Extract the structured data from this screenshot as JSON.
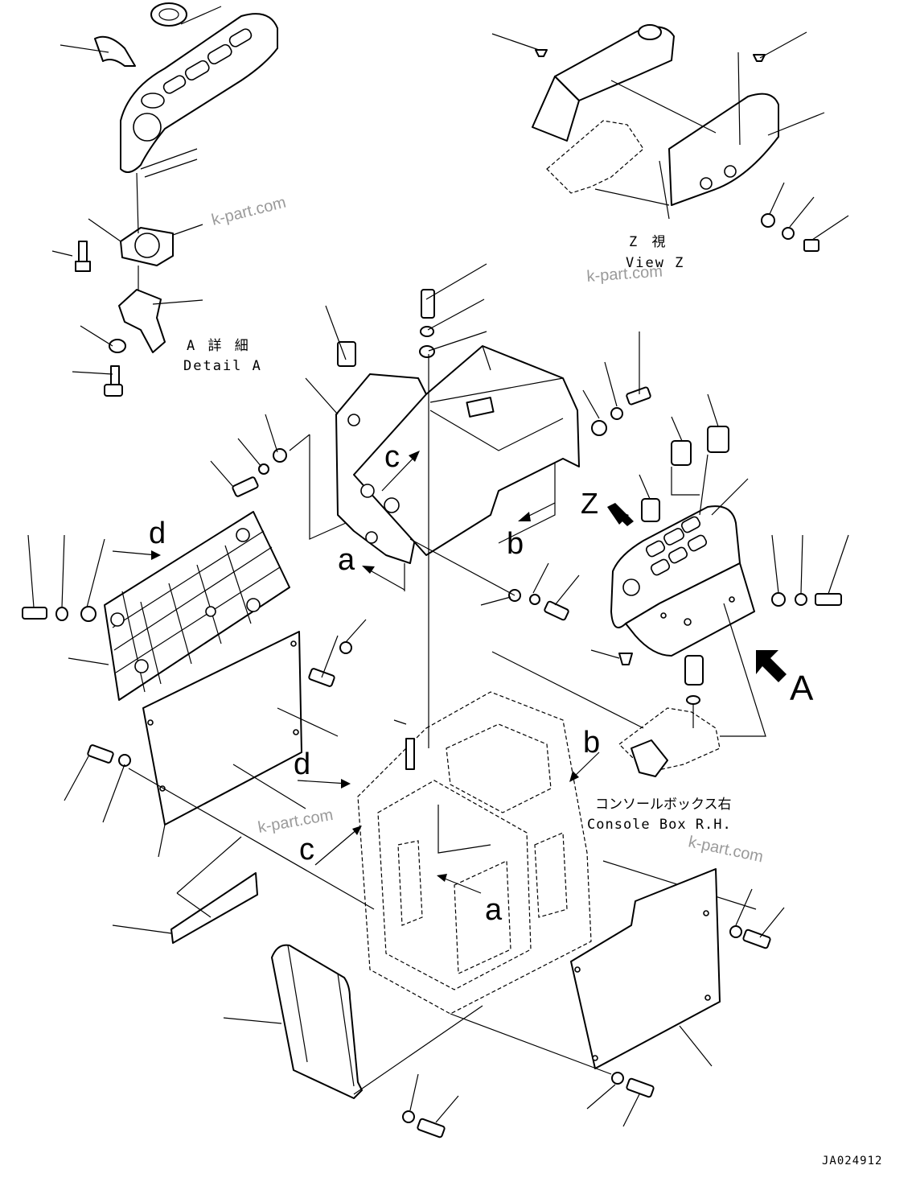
{
  "labels": {
    "detail_a_jp": "A 詳 細",
    "detail_a_en": "Detail A",
    "view_z_jp": "Z 視",
    "view_z_en": "View Z",
    "console_jp": "コンソールボックス右",
    "console_en": "Console Box R.H.",
    "drawing_no": "JA024912"
  },
  "callouts": {
    "a1": "a",
    "a2": "a",
    "b1": "b",
    "b2": "b",
    "c1": "c",
    "c2": "c",
    "d1": "d",
    "d2": "d",
    "Z": "Z",
    "A": "A"
  },
  "watermarks": [
    "k-part.com",
    "k-part.com",
    "k-part.com",
    "k-part.com"
  ]
}
